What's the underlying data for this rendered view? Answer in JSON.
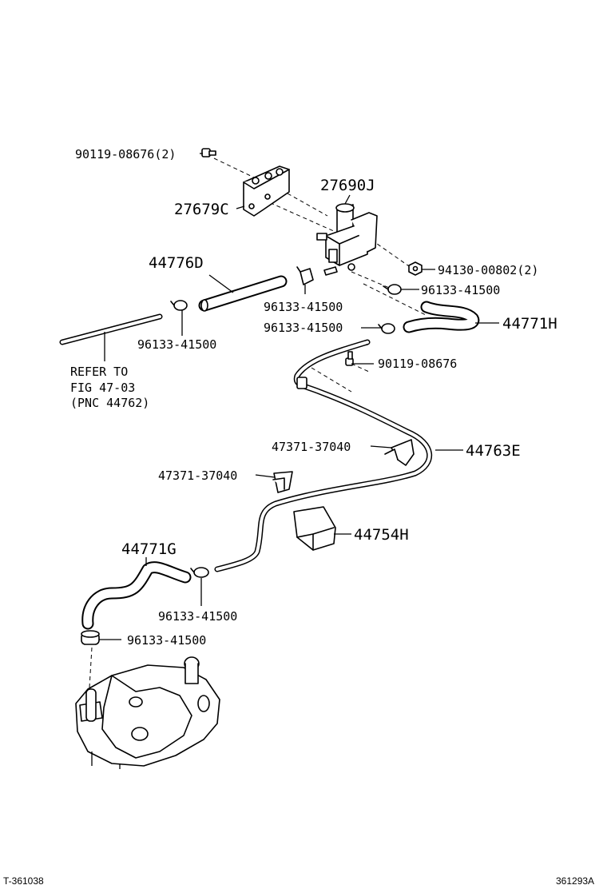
{
  "labels": {
    "bolt_top": "90119-08676(2)",
    "bracket": "27679C",
    "vsv": "27690J",
    "nut": "94130-00802(2)",
    "hose_d": "44776D",
    "clip_upper_mid": "96133-41500",
    "clip_upper_right": "96133-41500",
    "clip_left": "96133-41500",
    "clip_mid_right": "96133-41500",
    "hose_h": "44771H",
    "bolt_mid": "90119-08676",
    "clamp_right": "47371-37040",
    "clamp_left": "47371-37040",
    "pipe_e": "44763E",
    "bracket_h": "44754H",
    "hose_g": "44771G",
    "clip_lower": "96133-41500",
    "clip_bottom": "96133-41500",
    "refer_line1": "REFER TO",
    "refer_line2": "FIG 47-03",
    "refer_line3": "(PNC 44762)"
  },
  "footer": {
    "left": "T-361038",
    "right": "361293A"
  }
}
